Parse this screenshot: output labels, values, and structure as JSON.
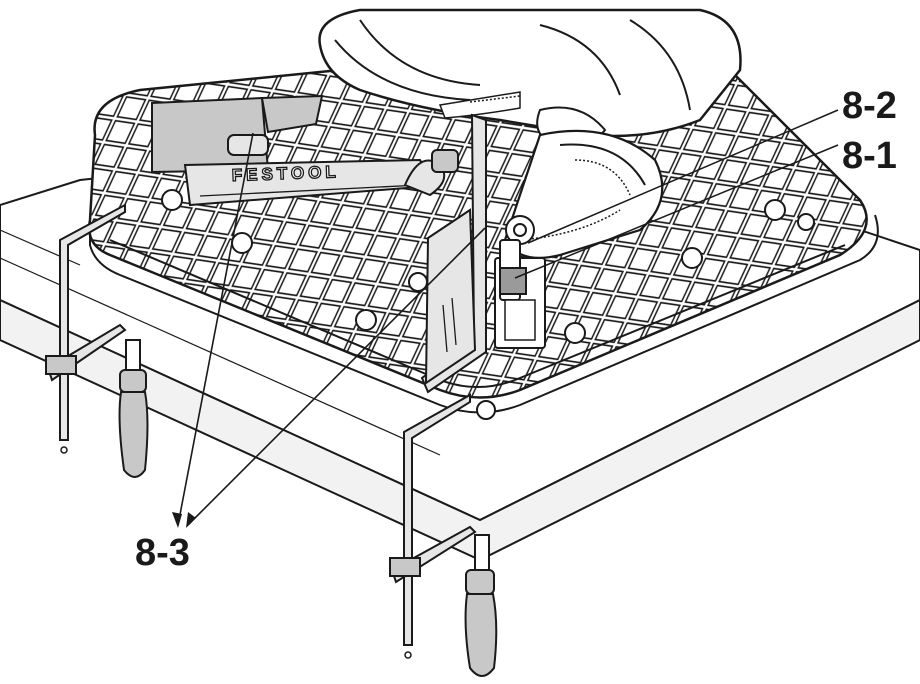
{
  "brand": {
    "logo_text": "FESTOOL"
  },
  "callouts": [
    {
      "id": "8-1",
      "label": "8-1"
    },
    {
      "id": "8-2",
      "label": "8-2"
    },
    {
      "id": "8-3",
      "label": "8-3"
    }
  ],
  "colors": {
    "line": "#1a1a1a",
    "fill_gray": "#c8c8c8",
    "fill_light": "#e6e6e6",
    "background": "#ffffff"
  }
}
